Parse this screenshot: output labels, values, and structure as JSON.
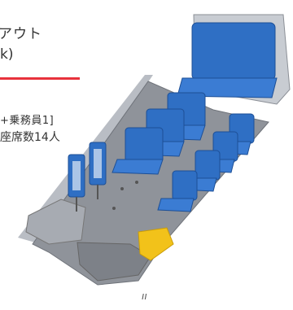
{
  "header": {
    "title_line1": "アウト",
    "title_line2": "k)",
    "accent_color": "#e8323c"
  },
  "capacity": {
    "crew_note": "+乗務員1]",
    "seat_count": "座席数14人"
  },
  "floor_mark": "ıı",
  "colors": {
    "seat_blue": "#2f6fc4",
    "floor_gray": "#8f939a",
    "wall_gray": "#c8ccd2",
    "step_yellow": "#f2c21a"
  }
}
